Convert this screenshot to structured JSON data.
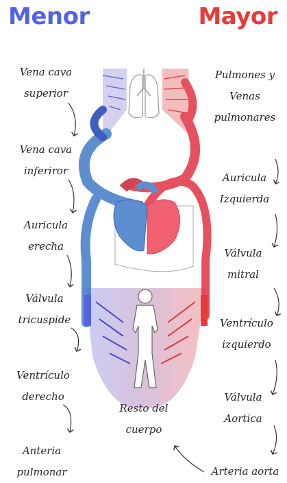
{
  "titles": {
    "left": "Menor",
    "right": "Mayor"
  },
  "colors": {
    "venous": "#5563e0",
    "arterial": "#e53b3b"
  },
  "left_labels": [
    {
      "line1": "Vena cava",
      "line2": "superior"
    },
    {
      "line1": "Vena cava",
      "line2": "inferiror"
    },
    {
      "line1": "Auricula",
      "line2": "erecha"
    },
    {
      "line1": "Válvula",
      "line2": "tricuspide"
    },
    {
      "line1": "Ventrículo",
      "line2": "derecho"
    },
    {
      "line1": "Anteria",
      "line2": "pulmonar"
    }
  ],
  "right_labels": [
    {
      "line1": "Pulmones y",
      "line2": "Venas",
      "line3": "pulmonares"
    },
    {
      "line1": "Auricula",
      "line2": "Izquierda"
    },
    {
      "line1": "Válvula",
      "line2": "mitral"
    },
    {
      "line1": "Ventrículo",
      "line2": "izquierdo"
    },
    {
      "line1": "Válvula",
      "line2": "Aortica"
    },
    {
      "line1": "Arteria aorta"
    }
  ],
  "center_label": {
    "line1": "Resto del",
    "line2": "cuerpo"
  }
}
